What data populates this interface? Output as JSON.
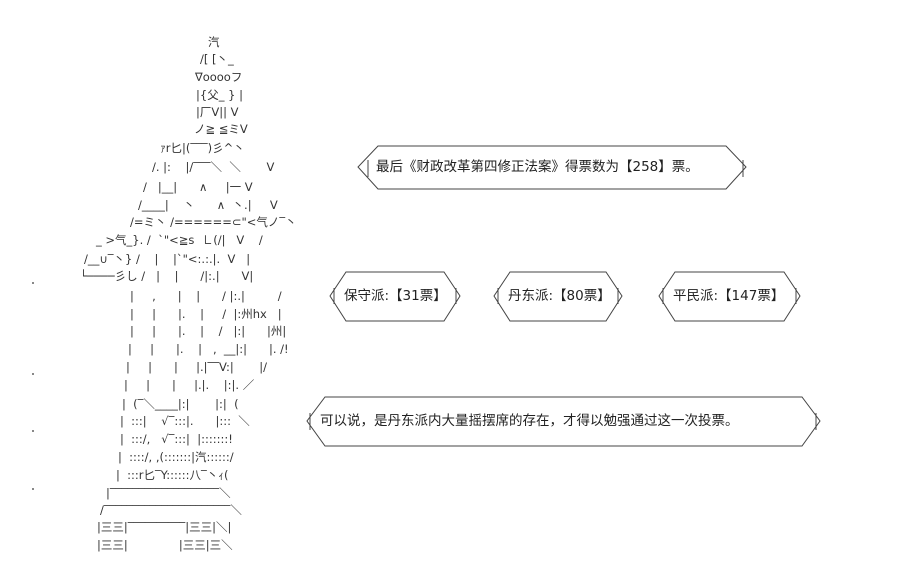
{
  "ascii_art": {
    "lines": [
      "汽",
      "/[ [丶_",
      "∇ooooフ",
      "|{父_ } |",
      "|厂V|| V",
      "ノ≧ ≦ミV",
      "ｧr匕|(‾‾‾)彡^丶",
      "/. |:    |/‾‾‾＼  ＼       V",
      "/   |__|      ∧     |一 V",
      "/____|    丶      ∧  丶.|     V",
      "/=ミ丶 /======⊂\"<气ノ‾丶",
      "_ >气_}. /  `\"<≧s  ㇗(/|   V    /",
      "/__∪‾丶} /    |    |`\"<:.:.|.  V   |",
      "└────彡し /   |    |      /|:.|      V|",
      "|     ,      |    |      / |:.|         /",
      "|     |      |.    |     /  |:州hx   |",
      "|     |      |.    |    /   |:|      |州|",
      "|     |      |.    |   ,  __|:|      |. /!",
      "|     |      |     |.|‾‾V:|       |/",
      "|     |      |     |.|.    |:|. ／",
      "|  (‾＼____|:|       |:|  (",
      "|  :::|    √‾:::|.      |:::  ＼",
      "|  :::/,   √‾:::|  |:::::::!",
      "|  ::::/, ,(:::::::|汽::::::/",
      "|  :::r匕‾Y::::::八‾丶ｨ(",
      "|‾‾‾‾‾‾‾‾‾‾‾‾‾‾‾‾‾‾‾＼",
      "/‾‾‾‾‾‾‾‾‾‾‾‾‾‾‾‾‾‾‾‾‾‾＼",
      "|三三|‾‾‾‾‾‾‾‾‾‾|三三|＼|",
      "|三三|              |三三|三＼"
    ]
  },
  "boxes": {
    "title": "最后《财政改革第四修正法案》得票数为【258】票。",
    "party_1": "保守派:【31票】",
    "party_2": "丹东派:【80票】",
    "party_3": "平民派:【147票】",
    "conclusion": "可以说，是丹东派内大量摇摆席的存在，才得以勉强通过这一次投票。"
  }
}
